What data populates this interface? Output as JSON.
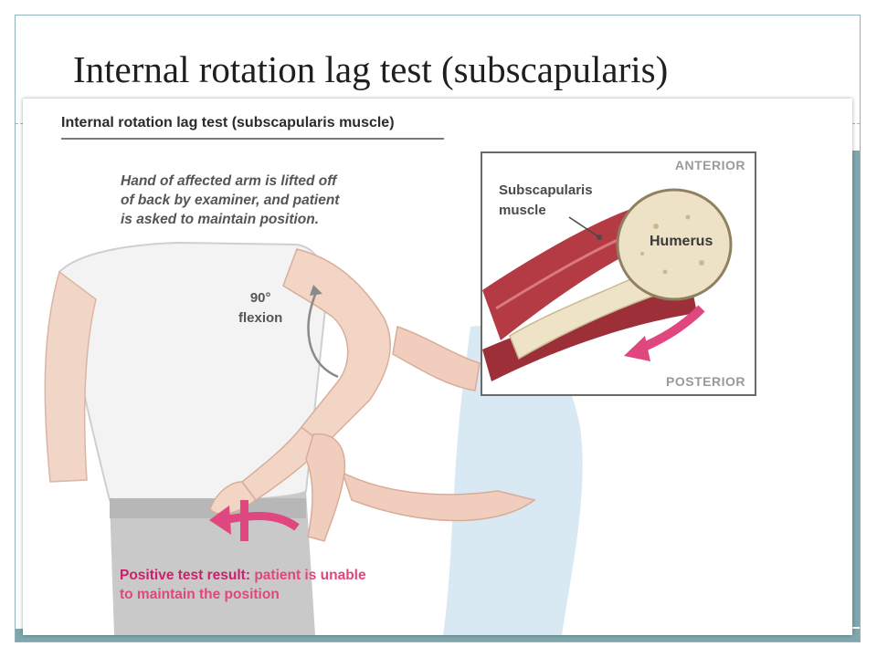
{
  "slide": {
    "title": "Internal rotation lag test (subscapularis)"
  },
  "figure": {
    "title": "Internal rotation lag test (subscapularis muscle)",
    "instruction_lines": [
      "Hand of affected arm is lifted off",
      "of back by examiner, and patient",
      "is asked to maintain position."
    ],
    "flexion_lines": [
      "90°",
      "flexion"
    ],
    "result_label": "Positive test result:",
    "result_text": "patient is unable",
    "result_text_line2": "to maintain the position",
    "inset": {
      "anterior": "ANTERIOR",
      "posterior": "POSTERIOR",
      "muscle_lines": [
        "Subscapularis",
        "muscle"
      ],
      "humerus": "Humerus"
    }
  },
  "colors": {
    "accent_pink": "#e0477e",
    "muscle_red": "#a8333a",
    "frame_teal": "#7fa7ad"
  }
}
